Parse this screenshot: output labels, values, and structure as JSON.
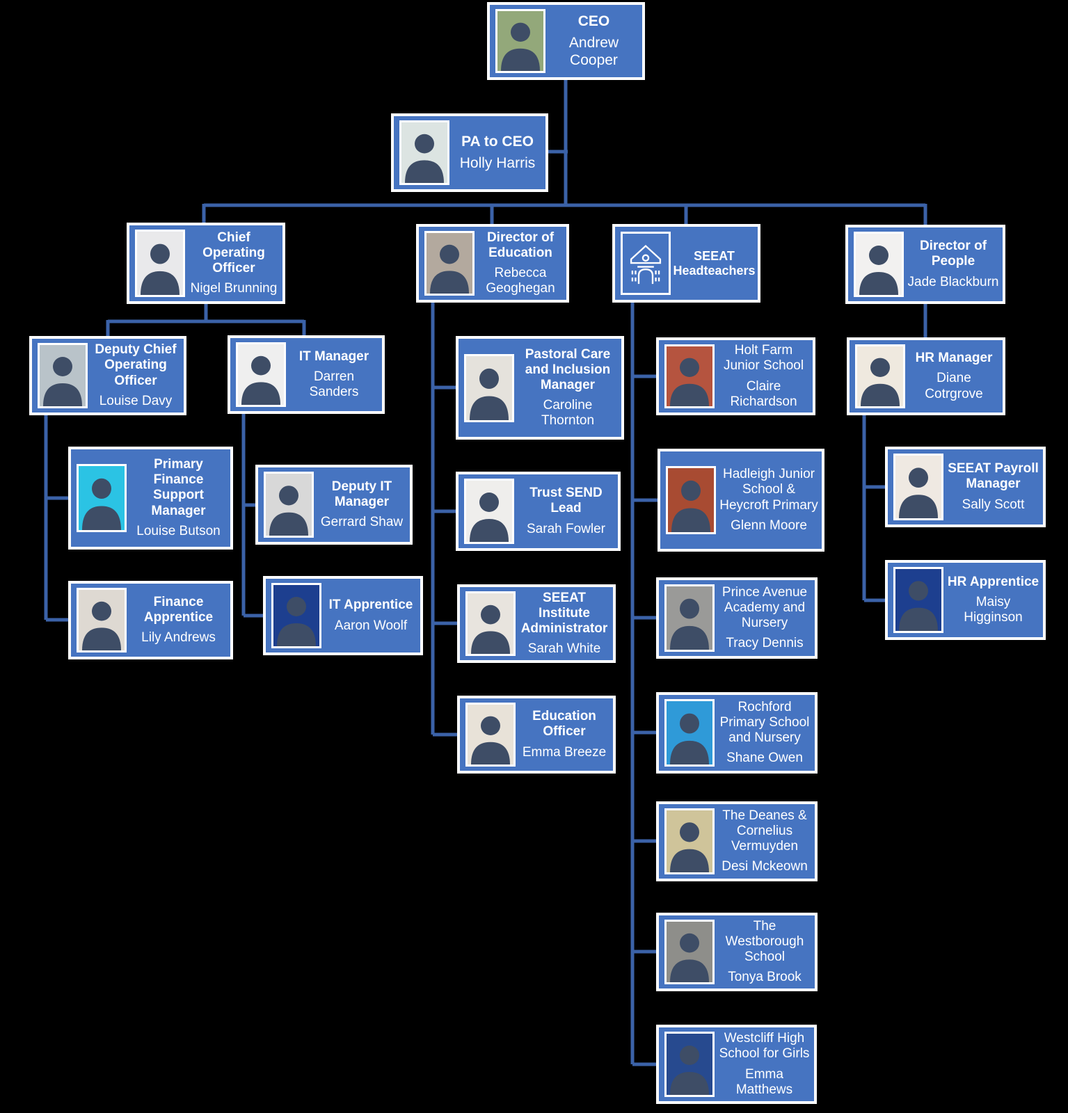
{
  "page": {
    "background_color": "#000000",
    "description": "SEEAT trust organisational chart"
  },
  "org": {
    "box_fill": "#4674C1",
    "box_border": "#FFFFFF",
    "line_color": "#3B62A8",
    "text_color": "#FFFFFF",
    "silhouette_color": "#3E4D66",
    "nodes": [
      {
        "id": "ceo",
        "title": "CEO",
        "name": "Andrew Cooper",
        "photo_bg": "#93A87A"
      },
      {
        "id": "pa",
        "title": "PA to CEO",
        "name": "Holly Harris",
        "photo_bg": "#DCE4E2"
      },
      {
        "id": "coo",
        "title": "Chief Operating Officer",
        "name": "Nigel Brunning",
        "photo_bg": "#E9E9EB"
      },
      {
        "id": "doe",
        "title": "Director of Education",
        "name": "Rebecca Geoghegan",
        "photo_bg": "#B3A99E"
      },
      {
        "id": "seeat",
        "title": "SEEAT Headteachers",
        "name": "",
        "icon": "school-icon"
      },
      {
        "id": "dop",
        "title": "Director of People",
        "name": "Jade Blackburn",
        "photo_bg": "#F2F1F0"
      },
      {
        "id": "dcoo",
        "title": "Deputy Chief Operating Officer",
        "name": "Louise Davy",
        "photo_bg": "#B9C3C9"
      },
      {
        "id": "itm",
        "title": "IT Manager",
        "name": "Darren Sanders",
        "photo_bg": "#EFEFEF"
      },
      {
        "id": "pfsm",
        "title": "Primary Finance Support Manager",
        "name": "Louise Butson",
        "photo_bg": "#2BC3E4"
      },
      {
        "id": "fin",
        "title": "Finance Apprentice",
        "name": "Lily Andrews",
        "photo_bg": "#DED9D2"
      },
      {
        "id": "ditm",
        "title": "Deputy IT Manager",
        "name": "Gerrard Shaw",
        "photo_bg": "#D8D8D8"
      },
      {
        "id": "itapp",
        "title": "IT Apprentice",
        "name": "Aaron Woolf",
        "photo_bg": "#1D3F8F"
      },
      {
        "id": "pastoral",
        "title": "Pastoral Care and Inclusion Manager",
        "name": "Caroline Thornton",
        "photo_bg": "#E5E2DC"
      },
      {
        "id": "send",
        "title": "Trust SEND Lead",
        "name": "Sarah Fowler",
        "photo_bg": "#EFEEEC"
      },
      {
        "id": "inst",
        "title": "SEEAT Institute Administrator",
        "name": "Sarah White",
        "photo_bg": "#E8E4DE"
      },
      {
        "id": "edoff",
        "title": "Education Officer",
        "name": "Emma Breeze",
        "photo_bg": "#E8E2D8"
      },
      {
        "id": "holt",
        "title": "Holt Farm Junior School",
        "name": "Claire Richardson",
        "title_bold": false,
        "photo_bg": "#B5543F"
      },
      {
        "id": "hadleigh",
        "title": "Hadleigh Junior School & Heycroft Primary",
        "name": "Glenn Moore",
        "title_bold": false,
        "photo_bg": "#A84B32"
      },
      {
        "id": "prince",
        "title": "Prince Avenue Academy and Nursery",
        "name": "Tracy Dennis",
        "title_bold": false,
        "photo_bg": "#9A9A98"
      },
      {
        "id": "rochford",
        "title": "Rochford Primary School and Nursery",
        "name": "Shane Owen",
        "title_bold": false,
        "photo_bg": "#2F9AD8"
      },
      {
        "id": "deanes",
        "title": "The Deanes & Cornelius Vermuyden",
        "name": "Desi Mckeown",
        "title_bold": false,
        "photo_bg": "#CFC49A"
      },
      {
        "id": "westborough",
        "title": "The Westborough School",
        "name": "Tonya Brook",
        "title_bold": false,
        "photo_bg": "#8E8E8A"
      },
      {
        "id": "westcliff",
        "title": "Westcliff High School for Girls",
        "name": "Emma Matthews",
        "title_bold": false,
        "photo_bg": "#274A8F"
      },
      {
        "id": "hrm",
        "title": "HR Manager",
        "name": "Diane Cotrgrove",
        "photo_bg": "#EFE9DF"
      },
      {
        "id": "payroll",
        "title": "SEEAT Payroll Manager",
        "name": "Sally Scott",
        "photo_bg": "#EFE9E2"
      },
      {
        "id": "hrapp",
        "title": "HR Apprentice",
        "name": "Maisy Higginson",
        "photo_bg": "#1D3F8F"
      }
    ]
  }
}
